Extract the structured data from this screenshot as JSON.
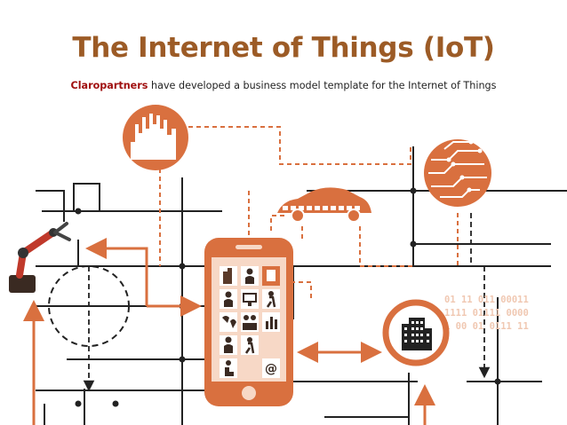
{
  "slide": {
    "title": "The Internet of Things (IoT)",
    "subtitle_brand": "Claropartners",
    "subtitle_rest": " have developed a business model template for the Internet of Things"
  },
  "diagram": {
    "accent_color": "#d9703f",
    "line_color": "#222222",
    "binary_rows": [
      "01 11 011 00011",
      "1111 01111 0000",
      "1 00 01 0111 11"
    ],
    "phone_icons": [
      "building-icon",
      "person-icon",
      "document-icon",
      "person-icon",
      "monitor-icon",
      "person-walking-icon",
      "world-map-icon",
      "people-icon",
      "chart-icon",
      "person-icon",
      "person-sitting-icon",
      "at-sign-icon"
    ],
    "phone_at_label": "@",
    "nodes": [
      "city-skyline-icon",
      "circuit-board-icon",
      "connected-car-icon",
      "robot-arm-icon",
      "smartphone",
      "office-building-icon",
      "dashed-circle"
    ]
  }
}
